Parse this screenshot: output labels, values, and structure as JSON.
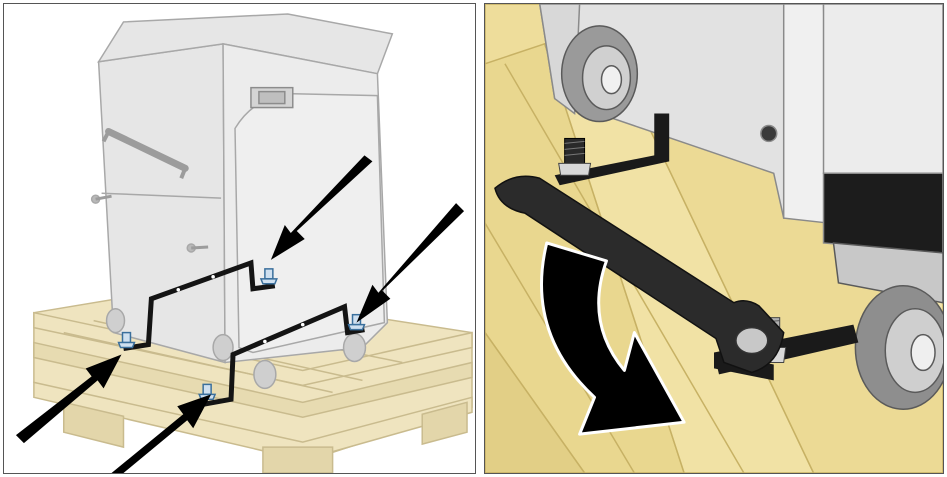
{
  "figure": {
    "panels": [
      {
        "id": "left",
        "subject": "boiler-on-pallet-transport-brackets",
        "callout_arrows": 4
      },
      {
        "id": "right",
        "subject": "wrench-loosening-bracket-bolt",
        "rotation": "counterclockwise"
      }
    ],
    "colors": {
      "pallet_wood": "#efe4bf",
      "pallet_outline": "#c9bb8e",
      "boiler_body": "#e6e6e6",
      "boiler_outline": "#a8a8a8",
      "bracket": "#141414",
      "bolt_highlight": "#cfe0f0",
      "arrow": "#000000",
      "floor_wood": "#eedd9b",
      "floor_wood_dark": "#d9c57a"
    }
  }
}
